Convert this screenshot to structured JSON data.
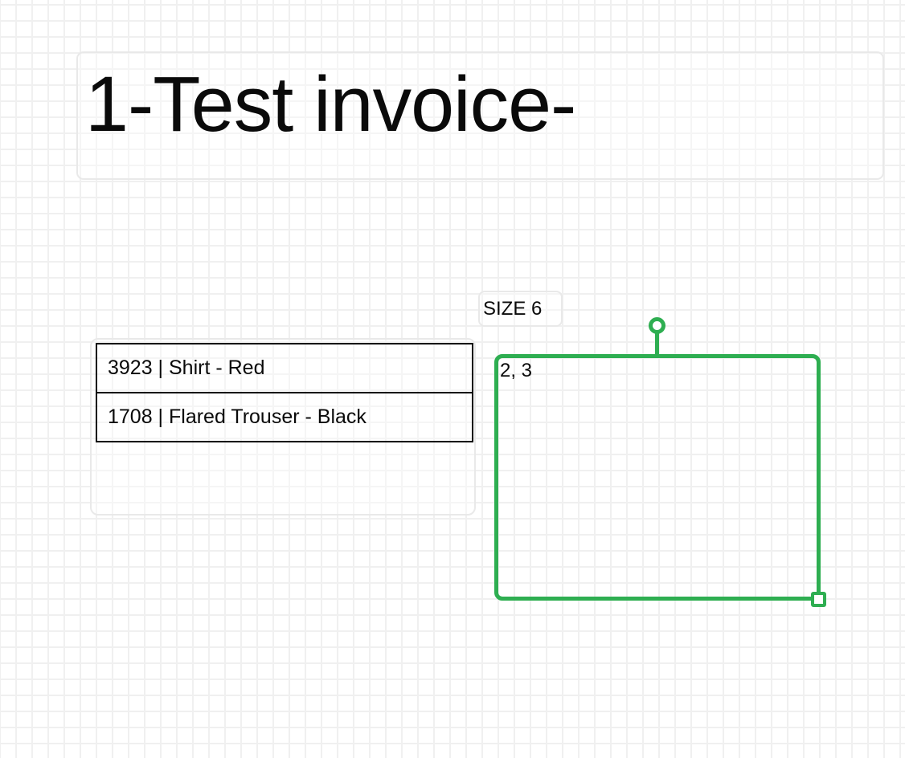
{
  "title": {
    "text": "1-Test invoice-"
  },
  "size_label": {
    "text": "SIZE 6"
  },
  "table": {
    "rows": [
      "3923 | Shirt - Red",
      "1708 | Flared Trouser - Black"
    ]
  },
  "shape": {
    "label": "2, 3"
  },
  "colors": {
    "selection_green": "#2eae51",
    "frame_border_gray": "#e9e9e9",
    "table_border_black": "#000000",
    "grid_line": "#f0f0f0",
    "canvas_background": "#ffffff",
    "text": "#0a0a0a"
  }
}
